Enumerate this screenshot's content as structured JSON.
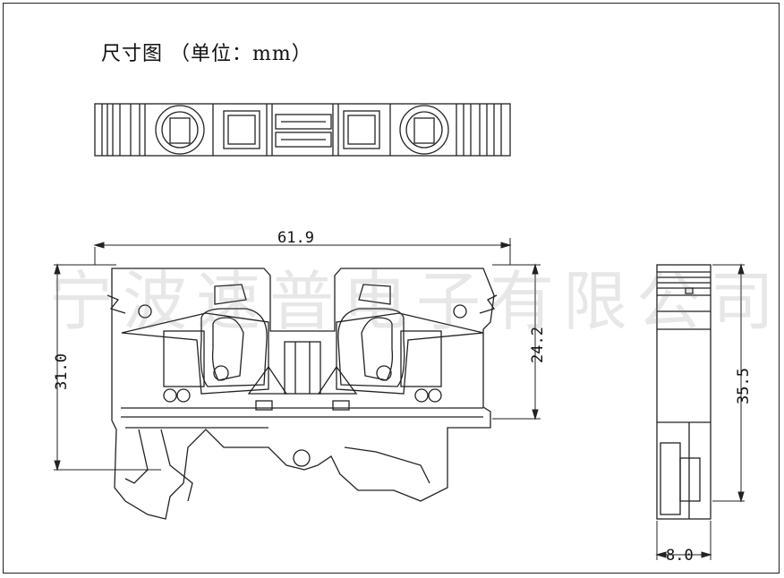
{
  "title": "尺寸图 （单位：mm）",
  "watermark": "宁波速普电子有限公司",
  "dimensions": {
    "width_total": "61.9",
    "height_left": "31.0",
    "height_right": "24.2",
    "side_height": "35.5",
    "side_width": "8.0"
  },
  "colors": {
    "line": "#222222",
    "watermark": "#bdbdbd"
  }
}
